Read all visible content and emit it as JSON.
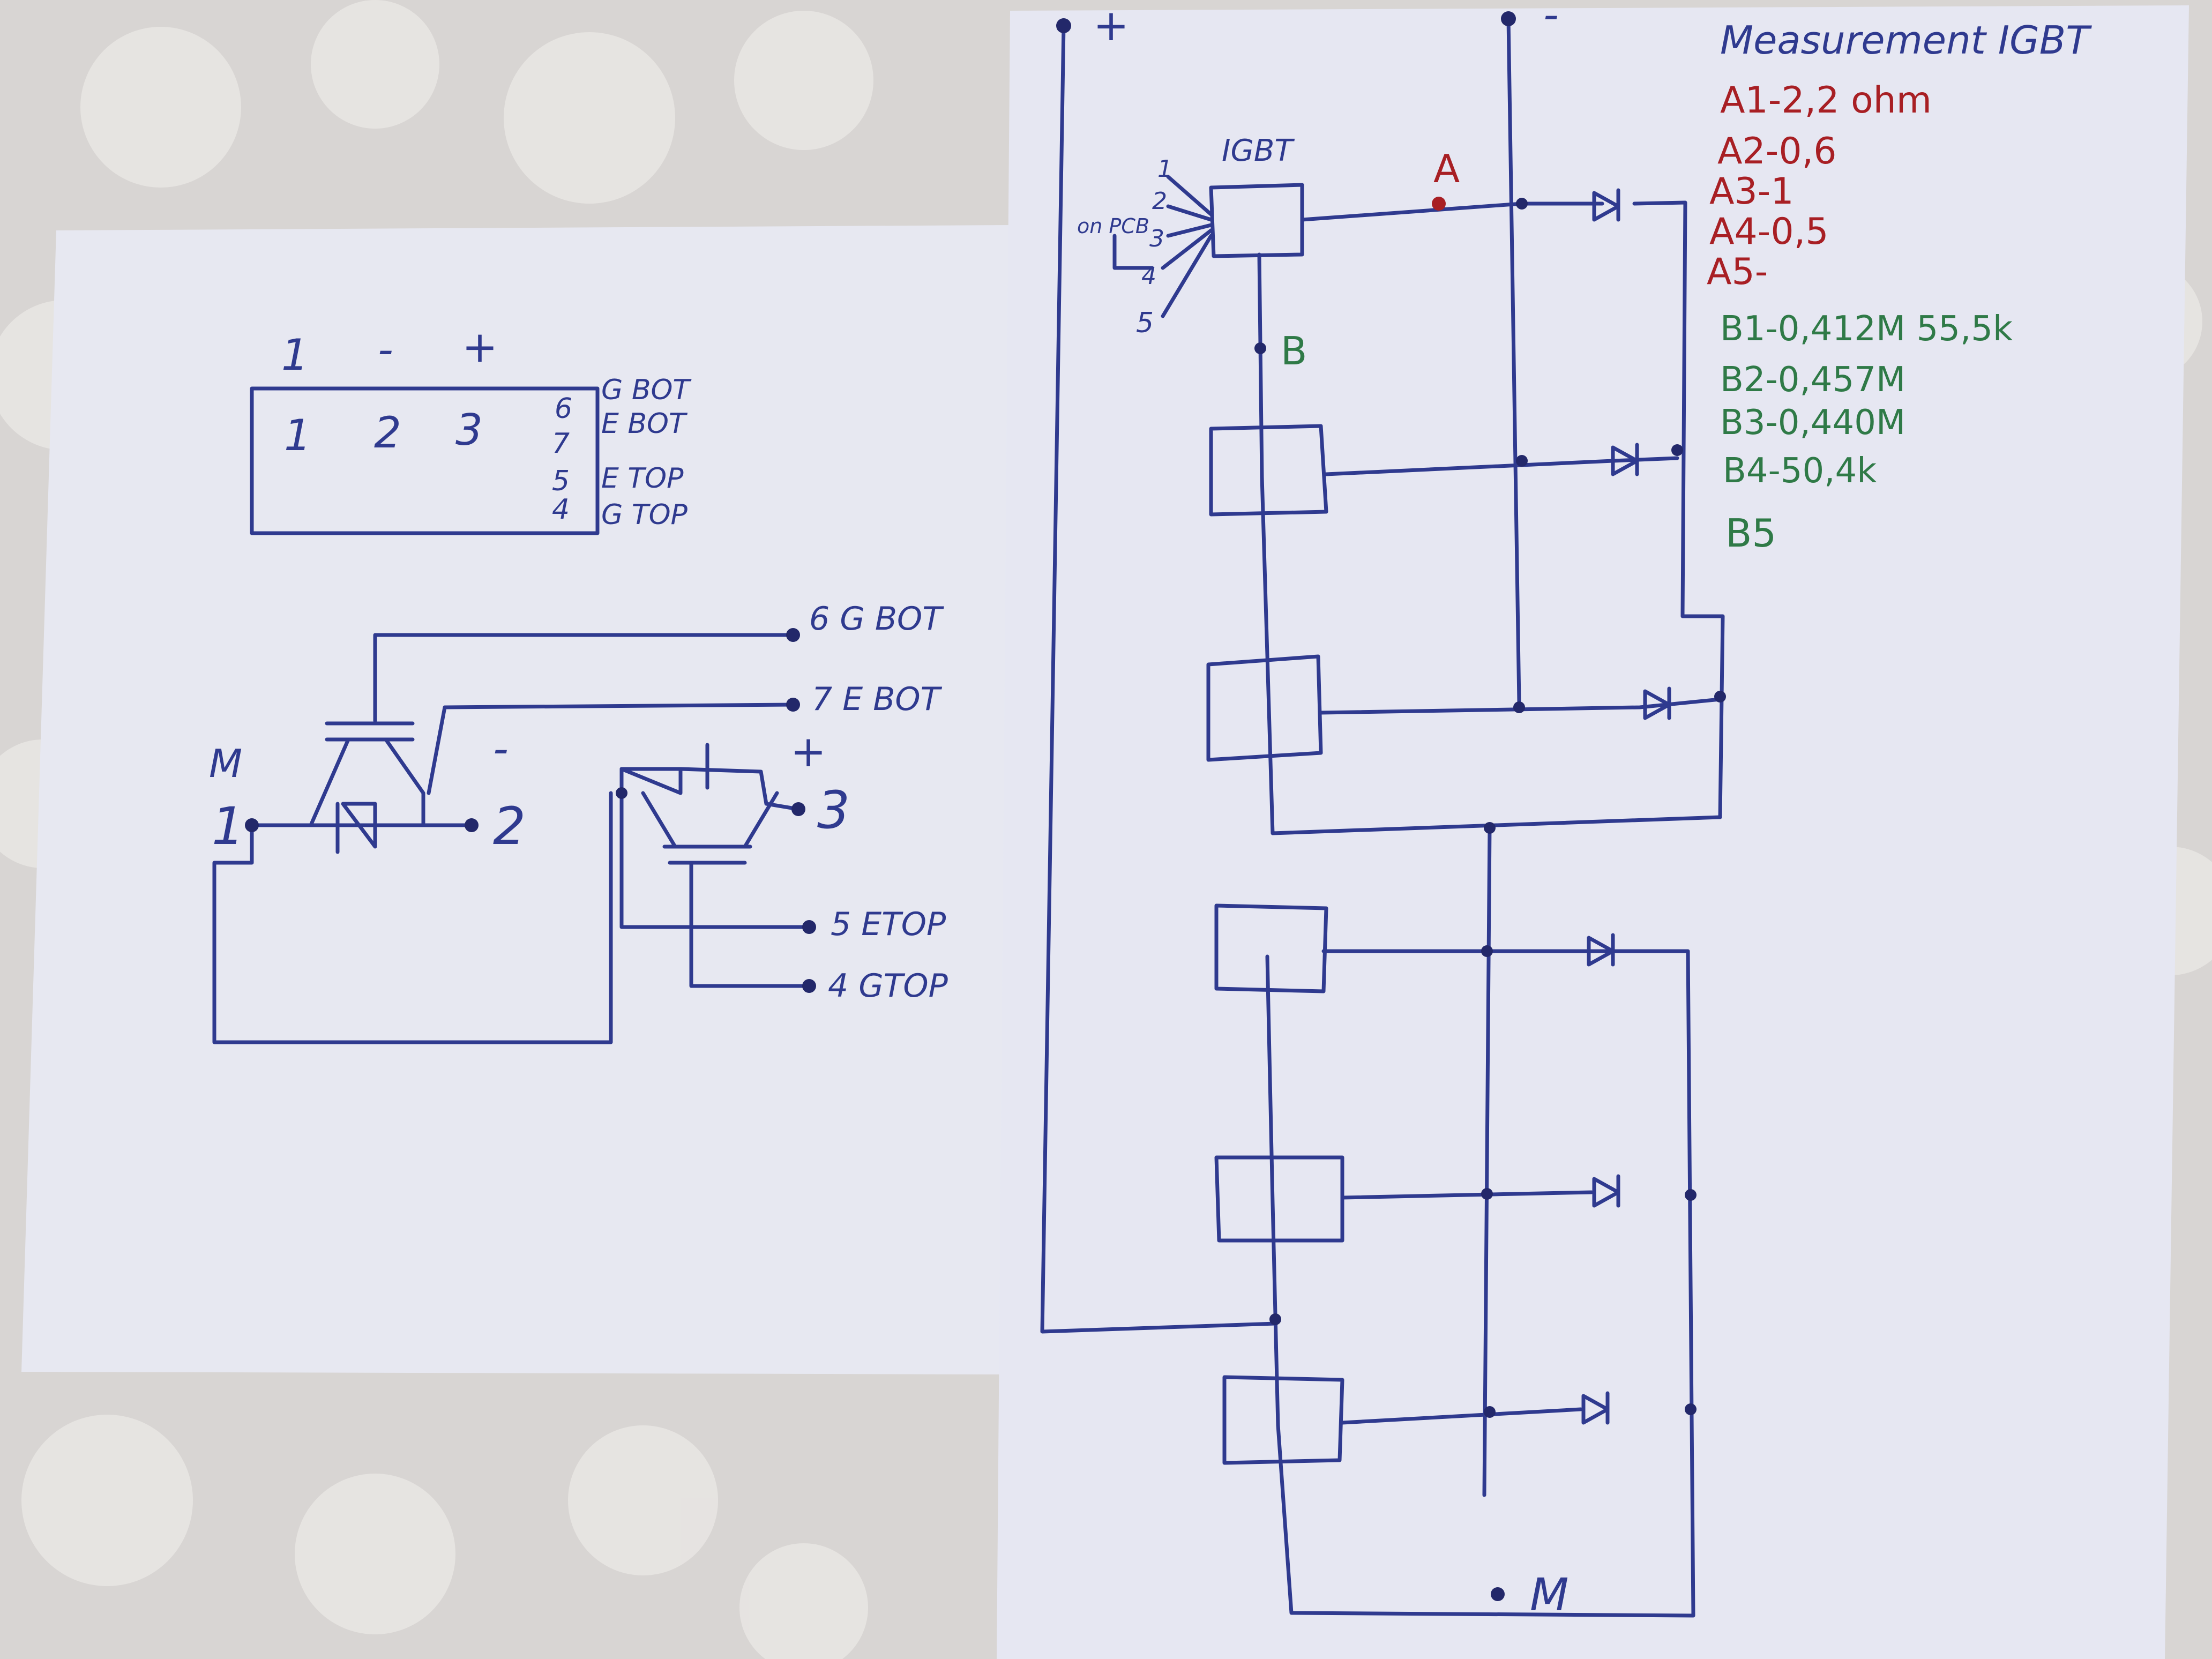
{
  "left_sheet": {
    "header": {
      "pins": [
        "1",
        "-",
        "+"
      ]
    },
    "package": {
      "numbers": [
        "1",
        "2",
        "3"
      ],
      "side_pins": [
        {
          "num": "6",
          "name": "G BOT"
        },
        {
          "num": "7",
          "name": "E BOT"
        },
        {
          "num": "5",
          "name": "E TOP"
        },
        {
          "num": "4",
          "name": "G TOP"
        }
      ]
    },
    "schematic": {
      "node_m": "M",
      "node_1": "1",
      "node_2": "2",
      "node_minus": "-",
      "node_3": "3",
      "node_plus": "+",
      "labels": [
        "6 G BOT",
        "7 E BOT",
        "5 ETOP",
        "4 GTOP"
      ]
    }
  },
  "right_sheet": {
    "rail_plus": "+",
    "rail_minus": "-",
    "igbt_label": "IGBT",
    "on_pcb": "on PCB",
    "pin_numbers": [
      "1",
      "2",
      "3",
      "4",
      "5"
    ],
    "node_a": "A",
    "node_b": "B",
    "node_m": "M"
  },
  "measurements": {
    "title": "Measurement IGBT",
    "a": [
      "A1-2,2 ohm",
      "A2-0,6",
      "A3-1",
      "A4-0,5",
      "A5-"
    ],
    "b": [
      "B1-0,412M  55,5k",
      "B2-0,457M",
      "B3-0,440M",
      "B4-50,4k",
      "B5"
    ],
    "colors": {
      "ink": "#2f3a8f",
      "a": "#a81f24",
      "b": "#2f7a47"
    }
  }
}
